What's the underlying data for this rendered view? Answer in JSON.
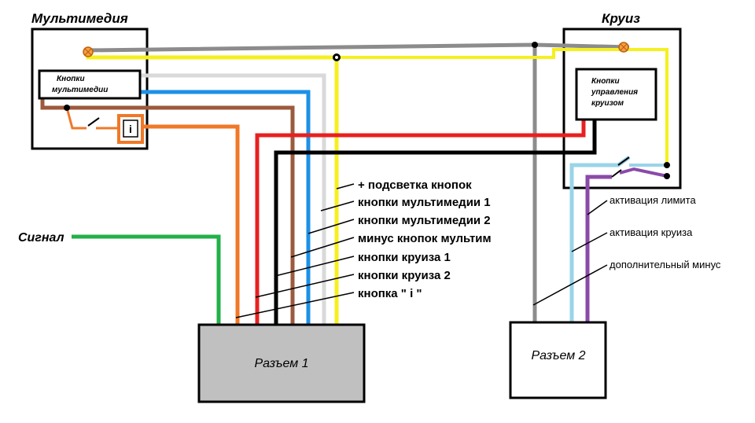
{
  "titles": {
    "multimedia": "Мультимедия",
    "cruise": "Круиз"
  },
  "boxes": {
    "mm_buttons_line1": "Кнопки",
    "mm_buttons_line2": "мультимедии",
    "cruise_buttons_line1": "Кнопки",
    "cruise_buttons_line2": "управления",
    "cruise_buttons_line3": "круизом",
    "info_button": "i"
  },
  "signal_label": "Сигнал",
  "connectors": {
    "connector1": "Разъем 1",
    "connector2": "Разъем 2"
  },
  "wire_labels": [
    "+ подсветка кнопок",
    "кнопки мультимедии 1",
    "кнопки мультимедии 2",
    "минус кнопок мультим",
    "кнопки круиза 1",
    "кнопки круиза 2",
    "кнопка \" i \""
  ],
  "cruise_labels": [
    "активация лимита",
    "активация круиза",
    "дополнительный минус"
  ],
  "wire_colors": {
    "gray": "#8c8c8c",
    "yellow": "#f5f01e",
    "light_gray": "#d9d9d9",
    "blue": "#1e90e6",
    "brown": "#9c5a3c",
    "orange": "#f07828",
    "red": "#e82020",
    "black": "#000000",
    "green": "#22b04a",
    "light_blue": "#9ad4e8",
    "purple": "#8a4aa8"
  }
}
